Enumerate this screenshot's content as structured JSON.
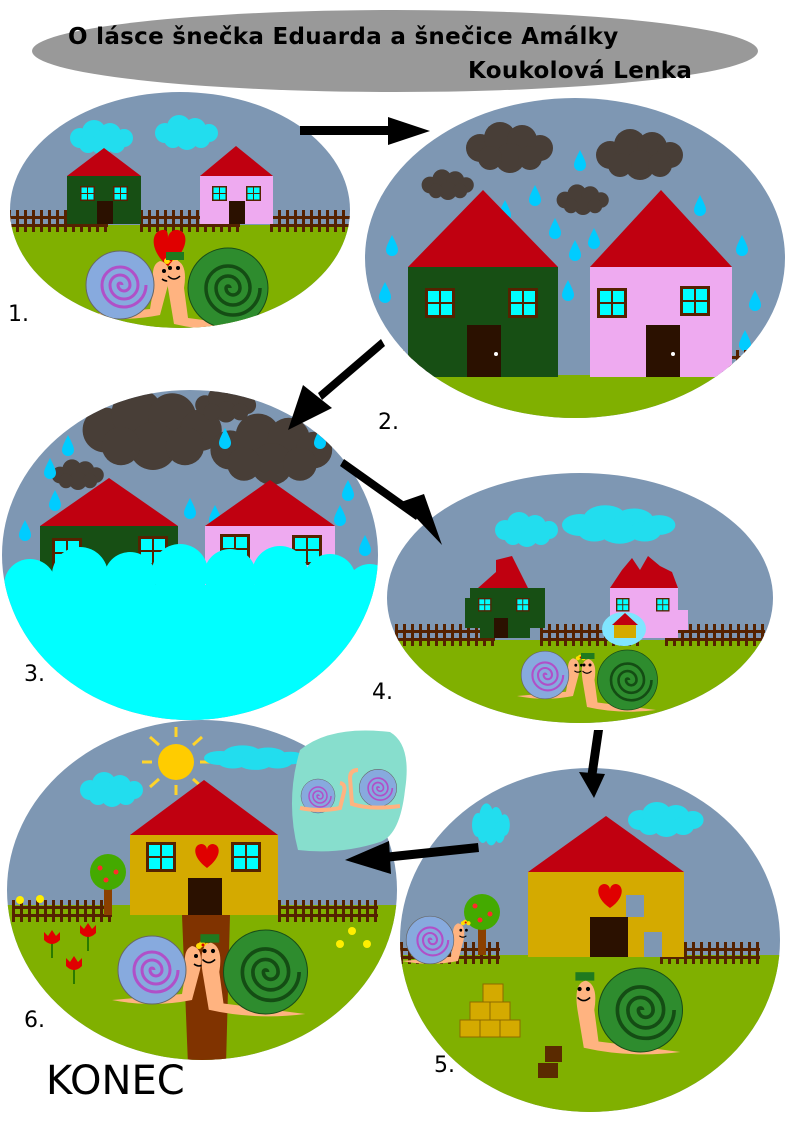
{
  "title": {
    "line1": "O lásce šnečka Eduarda a šnečice Amálky",
    "line2": "Koukolová Lenka"
  },
  "panels": [
    {
      "label": "1."
    },
    {
      "label": "2."
    },
    {
      "label": "3."
    },
    {
      "label": "4."
    },
    {
      "label": "5."
    },
    {
      "label": "6."
    }
  ],
  "ending": "KONEC",
  "colors": {
    "sky": "#7e97b3",
    "grass": "#80b000",
    "roof": "#c00010",
    "green_house": "#174f14",
    "pink_house": "#eeaaf0",
    "yellow_house": "#d4aa00",
    "cloud": "#22ddee",
    "storm_cloud": "#483e37",
    "flood": "#00ffff",
    "heart": "#e00000",
    "banner": "#999999"
  }
}
